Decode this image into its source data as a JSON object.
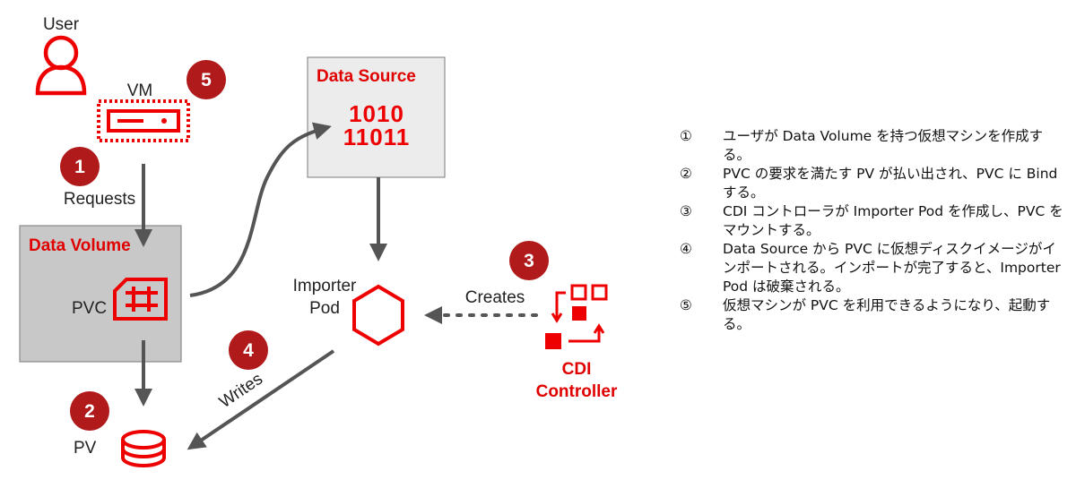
{
  "labels": {
    "user": "User",
    "vm": "VM",
    "requests": "Requests",
    "data_volume": "Data Volume",
    "pvc": "PVC",
    "pv": "PV",
    "data_source": "Data Source",
    "binary_top": "1010",
    "binary_bottom": "11011",
    "importer_line1": "Importer",
    "importer_line2": "Pod",
    "creates": "Creates",
    "cdi_line1": "CDI",
    "cdi_line2": "Controller",
    "writes": "Writes"
  },
  "badges": {
    "b1": "1",
    "b2": "2",
    "b3": "3",
    "b4": "4",
    "b5": "5"
  },
  "colors": {
    "accent_red": "#ee0000",
    "badge_red": "#b01a1a",
    "arrow_gray": "#555555",
    "box_dark": "#c8c8c8",
    "box_light": "#ececec"
  },
  "steps": [
    {
      "mark": "①",
      "text": "ユーザが Data Volume を持つ仮想マシンを作成する。"
    },
    {
      "mark": "②",
      "text": "PVC の要求を満たす PV が払い出され、PVC に Bind する。"
    },
    {
      "mark": "③",
      "text": "CDI コントローラが Importer Pod を作成し、PVC をマウントする。"
    },
    {
      "mark": "④",
      "text": "Data Source から PVC に仮想ディスクイメージがインポートされる。インポートが完了すると、Importer Pod は破棄される。"
    },
    {
      "mark": "⑤",
      "text": "仮想マシンが PVC を利用できるようになり、起動する。"
    }
  ]
}
